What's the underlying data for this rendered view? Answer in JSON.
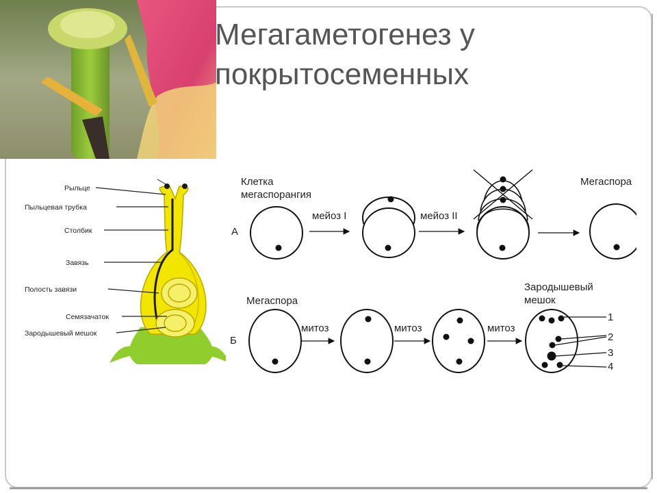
{
  "slide": {
    "title_line1": "Мегагаметогенез у",
    "title_line2": "покрытосеменных"
  },
  "flower_labels": {
    "stigma": "Рыльце",
    "pollen_tube": "Пыльцевая трубка",
    "style": "Столбик",
    "ovary": "Завязь",
    "ovary_cavity": "Полость завязи",
    "ovule": "Семязачаток",
    "embryo_sac": "Зародышевый мешок"
  },
  "process": {
    "row_a_letter": "А",
    "row_b_letter": "Б",
    "megasporangium_cell": [
      "Клетка",
      "мегаспорангия"
    ],
    "meiosis_1": "мейоз I",
    "meiosis_2": "мейоз II",
    "megaspore_a": "Мегаспора",
    "megaspore_b": "Мегаспора",
    "mitosis_1": "митоз",
    "mitosis_2": "митоз",
    "mitosis_3": "митоз",
    "embryo_sac": [
      "Зародышевый",
      "мешок"
    ],
    "numbers": [
      "1",
      "2",
      "3",
      "4"
    ]
  },
  "colors": {
    "frame": "#c8c8c8",
    "title": "#555555",
    "pistil_yellow": "#f2e600",
    "pistil_green": "#8fce2c",
    "petal_pink": "#d94a7a"
  }
}
